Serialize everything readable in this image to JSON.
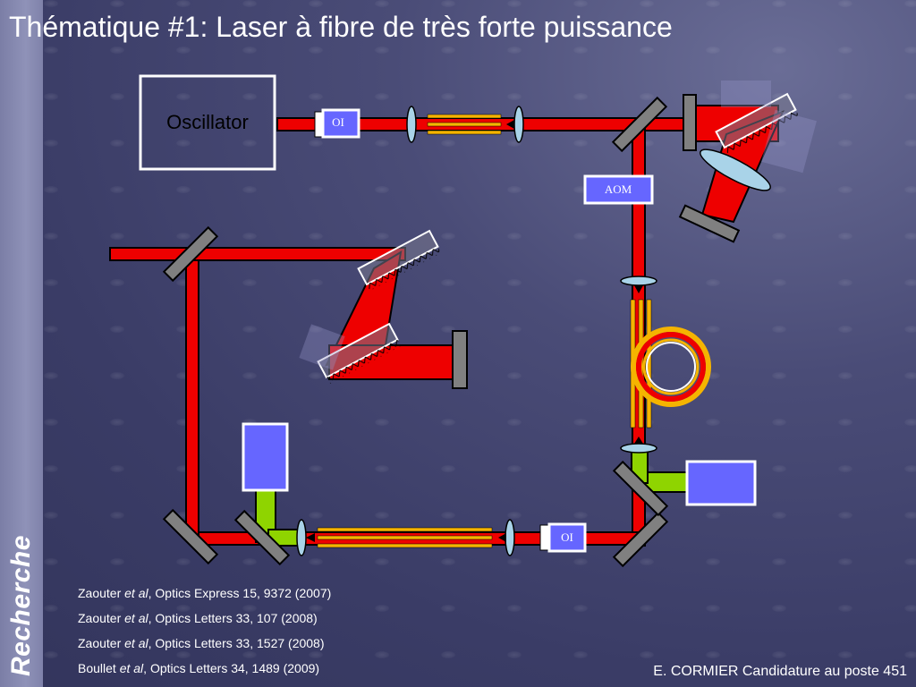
{
  "slide": {
    "title": "Thématique #1: Laser à fibre de très forte puissance",
    "sidebar_label": "Recherche",
    "footer": "E. CORMIER Candidature au poste 451"
  },
  "diagram": {
    "oscillator_label": "Oscillator",
    "isolator_label_top": "OI",
    "isolator_label_bottom": "OI",
    "aom_label": "AOM",
    "colors": {
      "beam": "#ee0000",
      "fiber": "#f5b400",
      "pump": "#8fd400",
      "pump_diode": "#6666ff",
      "mirror": "#808080",
      "lens": "#a9d3e8",
      "grating_outline": "#ffffff"
    }
  },
  "references": [
    {
      "author": "Zaouter",
      "etal": "et al",
      "citation": ", Optics Express 15, 9372 (2007)"
    },
    {
      "author": "Zaouter",
      "etal": "et al",
      "citation": ", Optics Letters 33, 107 (2008)"
    },
    {
      "author": "Zaouter",
      "etal": "et al",
      "citation": ", Optics Letters 33, 1527 (2008)"
    },
    {
      "author": "Boullet",
      "etal": "et al",
      "citation": ", Optics Letters 34, 1489 (2009)"
    }
  ]
}
